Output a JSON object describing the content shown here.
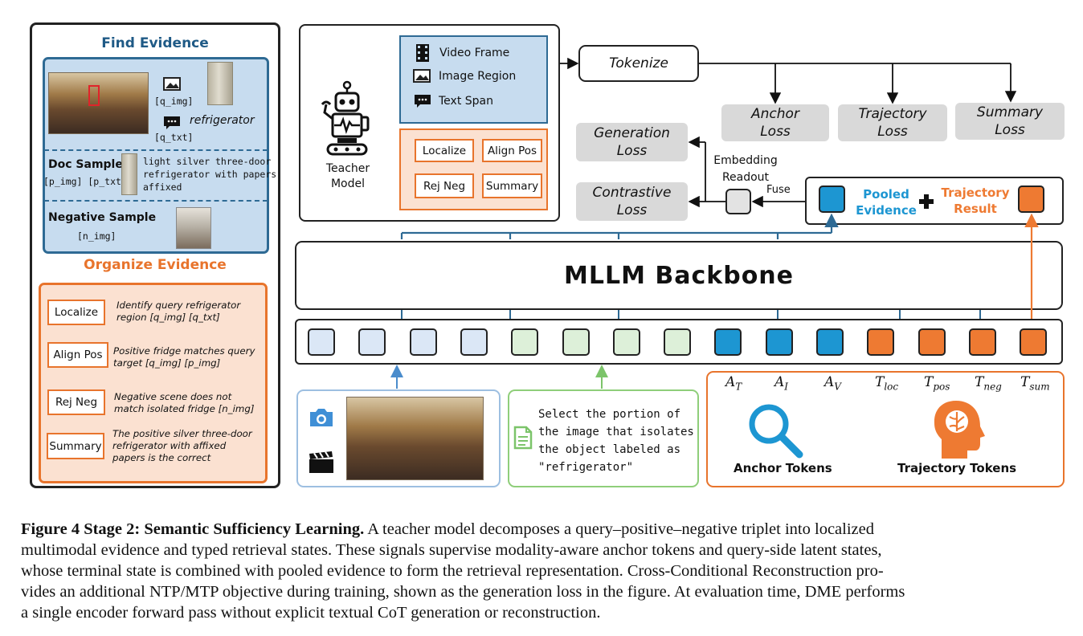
{
  "find_evidence": {
    "title": "Find Evidence",
    "q_img": "[q_img]",
    "q_txt": "[q_txt]",
    "refrigerator": "refrigerator",
    "doc_sample": "Doc Sample",
    "doc_tags": "[p_img] [p_txt]",
    "doc_desc": [
      "light silver three-door",
      "refrigerator with papers",
      "affixed"
    ],
    "negative_sample": "Negative Sample",
    "n_img": "[n_img]"
  },
  "organize_evidence": {
    "title": "Organize Evidence",
    "items": [
      {
        "label": "Localize",
        "text": [
          "Identify query refrigerator",
          "region [q_img] [q_txt]"
        ]
      },
      {
        "label": "Align Pos",
        "text": [
          "Positive fridge matches query",
          "target [q_img] [p_img]"
        ]
      },
      {
        "label": "Rej Neg",
        "text": [
          "Negative scene does not",
          "match isolated fridge [n_img]"
        ]
      },
      {
        "label": "Summary",
        "text": [
          "The positive silver three-door",
          "refrigerator with affixed",
          "papers is the correct"
        ]
      }
    ]
  },
  "teacher": {
    "label": [
      "Teacher",
      "Model"
    ],
    "modalities": [
      "Video Frame",
      "Image Region",
      "Text Span"
    ],
    "ops": [
      "Localize",
      "Align Pos",
      "Rej Neg",
      "Summary"
    ]
  },
  "losses": {
    "tokenize": "Tokenize",
    "anchor": [
      "Anchor",
      "Loss"
    ],
    "trajectory": [
      "Trajectory",
      "Loss"
    ],
    "summary": [
      "Summary",
      "Loss"
    ],
    "generation": [
      "Generation",
      "Loss"
    ],
    "contrastive": [
      "Contrastive",
      "Loss"
    ],
    "embedding_readout": [
      "Embedding",
      "Readout"
    ],
    "fuse": "Fuse"
  },
  "pooling": {
    "pooled": [
      "Pooled",
      "Evidence"
    ],
    "trajectory": [
      "Trajectory",
      "Result"
    ],
    "pooled_color": "#1d96d2",
    "trajectory_color": "#ee7a32"
  },
  "backbone": "MLLM Backbone",
  "tokens": [
    "lblue",
    "lblue",
    "lblue",
    "lblue",
    "lgreen",
    "lgreen",
    "lgreen",
    "lgreen",
    "blue",
    "blue",
    "blue",
    "orange",
    "orange",
    "orange",
    "orange"
  ],
  "text_input": [
    "Select the portion of",
    "the image that isolates",
    "the object labeled as",
    "\"refrigerator\""
  ],
  "token_legend": {
    "labels": [
      {
        "base": "A",
        "sub": "T"
      },
      {
        "base": "A",
        "sub": "I"
      },
      {
        "base": "A",
        "sub": "V"
      },
      {
        "base": "T",
        "sub": "loc"
      },
      {
        "base": "T",
        "sub": "pos"
      },
      {
        "base": "T",
        "sub": "neg"
      },
      {
        "base": "T",
        "sub": "sum"
      }
    ],
    "anchor_tokens": "Anchor Tokens",
    "trajectory_tokens": "Trajectory Tokens"
  },
  "caption": {
    "label": "Figure 4  Stage 2: Semantic Sufficiency Learning.",
    "lines": [
      " A teacher model decomposes a query–positive–negative triplet into localized",
      "multimodal evidence and typed retrieval states. These signals supervise modality-aware anchor tokens and query-side latent states,",
      "whose terminal state is combined with pooled evidence to form the retrieval representation. Cross-Conditional Reconstruction pro-",
      "vides an additional NTP/MTP objective during training, shown as the generation loss in the figure. At evaluation time, DME performs",
      "a single encoder forward pass without explicit textual CoT generation or reconstruction."
    ]
  }
}
